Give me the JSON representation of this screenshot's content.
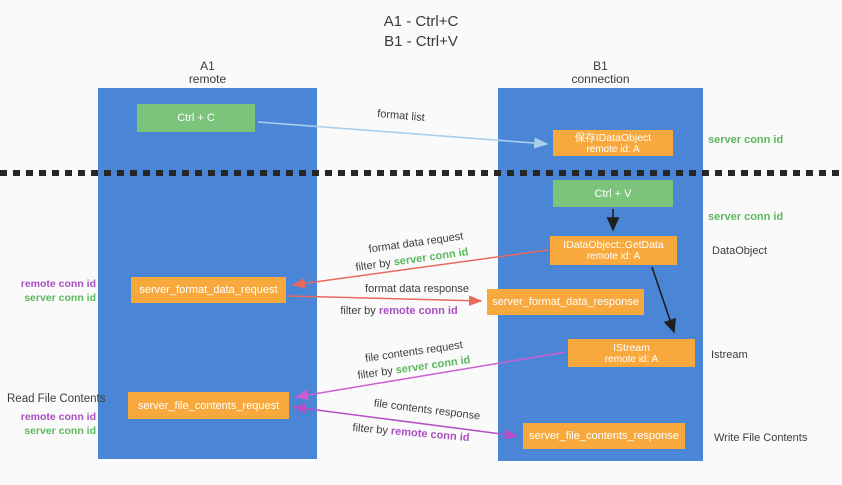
{
  "title": {
    "line1": "A1 - Ctrl+C",
    "line2": "B1 - Ctrl+V"
  },
  "columns": {
    "a1": {
      "name": "A1",
      "subtitle": "remote"
    },
    "b1": {
      "name": "B1",
      "subtitle": "connection"
    }
  },
  "nodes": {
    "ctrl_c": "Ctrl + C",
    "ctrl_v": "Ctrl + V",
    "save_dataobject": {
      "line1": "保存IDataObject",
      "line2": "remote id: A"
    },
    "getdata": {
      "line1": "IDataObject::GetData",
      "line2": "remote id: A"
    },
    "istream": {
      "line1": "IStream",
      "line2": "remote id: A"
    },
    "format_request": "server_format_data_request",
    "format_response": "server_format_data_response",
    "file_request": "server_file_contents_request",
    "file_response": "server_file_contents_response"
  },
  "side_labels": {
    "server_conn_id_top": "server conn id",
    "server_conn_id_mid": "server conn id",
    "dataobject": "DataObject",
    "istream": "Istream",
    "write_file_contents": "Write File Contents",
    "read_file_contents": "Read File Contents",
    "format_ids": {
      "remote": "remote conn id",
      "server": "server conn id"
    },
    "file_ids": {
      "remote": "remote conn id",
      "server": "server conn id"
    }
  },
  "arrow_labels": {
    "format_list": "format list",
    "format_data_request": "format data request",
    "filter_by_server_1": {
      "prefix": "filter by ",
      "highlight": "server conn id"
    },
    "format_data_response": "format data response",
    "filter_by_remote_1": {
      "prefix": "filter by ",
      "highlight": "remote conn id"
    },
    "file_contents_request": "file contents request",
    "filter_by_server_2": {
      "prefix": "filter by ",
      "highlight": "server conn id"
    },
    "file_contents_response": "file contents response",
    "filter_by_remote_2": {
      "prefix": "filter by ",
      "highlight": "remote conn id"
    }
  },
  "colors": {
    "background": "#fafafa",
    "column_blue": "#4a85d6",
    "box_green": "#7cc47c",
    "box_orange": "#f7a93e",
    "green_text": "#5cb85c",
    "purple_text": "#a94fc0",
    "arrow_red": "#e8695e",
    "arrow_pink": "#cd5ed0",
    "arrow_purple": "#b350c6",
    "arrow_lightblue": "#a9cfec",
    "arrow_black": "#1f1f1f",
    "dark_text": "#3c3c3c"
  }
}
